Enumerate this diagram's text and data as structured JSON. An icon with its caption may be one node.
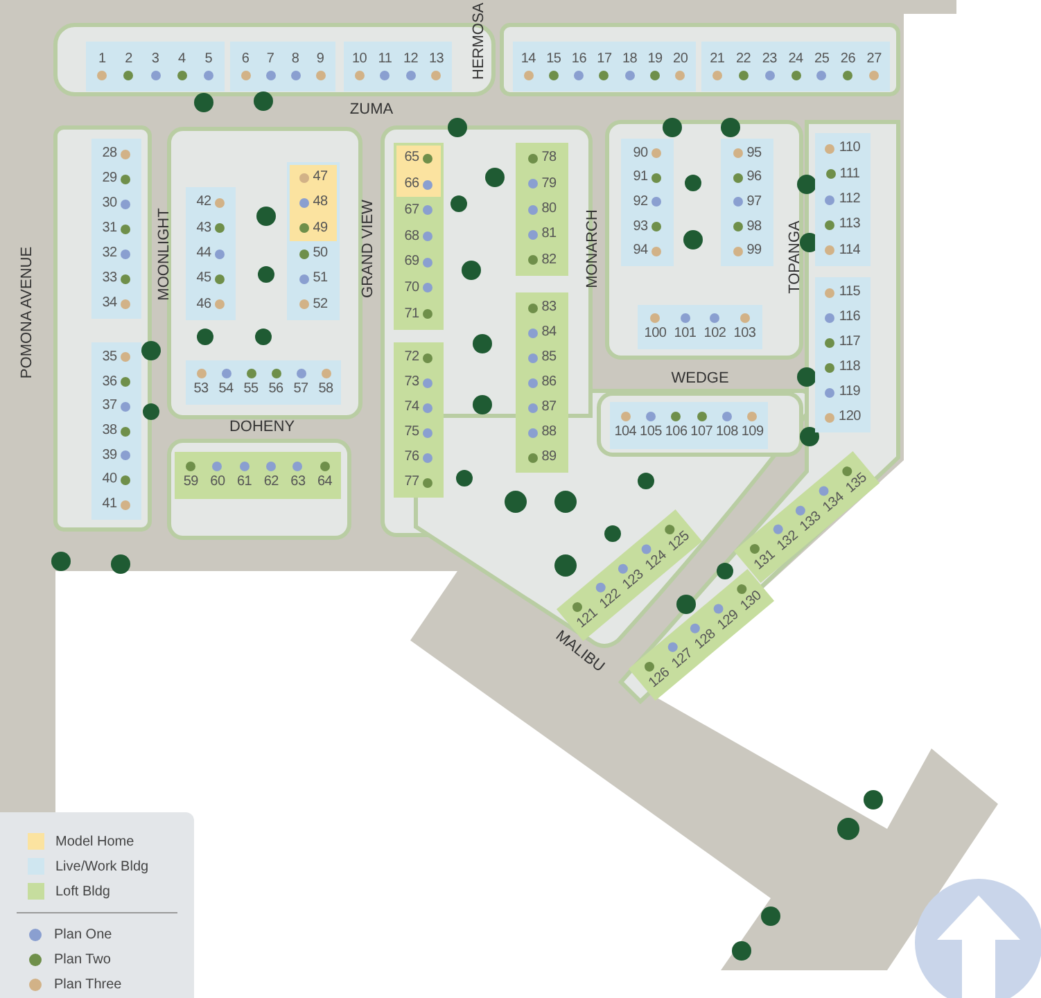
{
  "diagram": {
    "nodes": [
      {
        "text": [],
        "shape": "box"
      },
      {
        "text": [
          "1"
        ],
        "in": 0
      },
      {
        "text": [
          "2"
        ],
        "in": 0
      },
      {
        "text": [
          "3"
        ],
        "in": 0
      },
      {
        "text": [
          "4"
        ],
        "in": 0
      },
      {
        "text": [
          "5"
        ],
        "in": 0
      },
      {
        "text": [],
        "shape": "box"
      },
      {
        "text": [
          "6"
        ],
        "in": 6
      },
      {
        "text": [
          "7"
        ],
        "in": 6
      },
      {
        "text": [
          "8"
        ],
        "in": 6
      },
      {
        "text": [
          "9"
        ],
        "in": 6
      },
      {
        "text": [],
        "shape": "box"
      },
      {
        "text": [
          "10"
        ],
        "in": 11
      },
      {
        "text": [
          "11"
        ],
        "in": 11
      },
      {
        "text": [
          "12"
        ],
        "in": 11
      },
      {
        "text": [
          "13"
        ],
        "in": 11
      },
      {
        "text": [],
        "shape": "box"
      },
      {
        "text": [
          "14"
        ],
        "in": 16
      },
      {
        "text": [
          "15"
        ],
        "in": 16
      },
      {
        "text": [
          "16"
        ],
        "in": 16
      },
      {
        "text": [
          "17"
        ],
        "in": 16
      },
      {
        "text": [
          "18"
        ],
        "in": 16
      },
      {
        "text": [
          "19"
        ],
        "in": 16
      },
      {
        "text": [
          "20"
        ],
        "in": 16
      },
      {
        "text": [],
        "shape": "box"
      },
      {
        "text": [
          "21"
        ],
        "in": 24
      },
      {
        "text": [
          "22"
        ],
        "in": 24
      },
      {
        "text": [
          "23"
        ],
        "in": 24
      },
      {
        "text": [
          "24"
        ],
        "in": 24
      },
      {
        "text": [
          "25"
        ],
        "in": 24
      },
      {
        "text": [
          "26"
        ],
        "in": 24
      },
      {
        "text": [
          "27"
        ],
        "in": 24
      },
      {
        "text": [],
        "shape": "box"
      },
      {
        "text": [
          "28"
        ],
        "in": 32
      },
      {
        "text": [
          "29"
        ],
        "in": 32
      },
      {
        "text": [
          "30"
        ],
        "in": 32
      },
      {
        "text": [
          "31"
        ],
        "in": 32
      },
      {
        "text": [
          "32"
        ],
        "in": 32
      },
      {
        "text": [
          "33"
        ],
        "in": 32
      },
      {
        "text": [
          "34"
        ],
        "in": 32
      },
      {
        "text": [],
        "shape": "box"
      },
      {
        "text": [
          "35"
        ],
        "in": 40
      },
      {
        "text": [
          "36"
        ],
        "in": 40
      },
      {
        "text": [
          "37"
        ],
        "in": 40
      },
      {
        "text": [
          "38"
        ],
        "in": 40
      },
      {
        "text": [
          "39"
        ],
        "in": 40
      },
      {
        "text": [
          "40"
        ],
        "in": 40
      },
      {
        "text": [
          "41"
        ],
        "in": 40
      },
      {
        "text": [],
        "shape": "box"
      },
      {
        "text": [
          "42"
        ],
        "in": 48
      },
      {
        "text": [
          "43"
        ],
        "in": 48
      },
      {
        "text": [
          "44"
        ],
        "in": 48
      },
      {
        "text": [
          "45"
        ],
        "in": 48
      },
      {
        "text": [
          "46"
        ],
        "in": 48
      },
      {
        "text": [],
        "shape": "box"
      },
      {
        "text": [
          "47"
        ],
        "in": 54
      },
      {
        "text": [
          "48"
        ],
        "in": 54
      },
      {
        "text": [
          "49"
        ],
        "in": 54
      },
      {
        "text": [
          "50"
        ],
        "in": 54
      },
      {
        "text": [
          "51"
        ],
        "in": 54
      },
      {
        "text": [
          "52"
        ],
        "in": 54
      },
      {
        "text": [],
        "shape": "box"
      },
      {
        "text": [
          "53"
        ],
        "in": 61
      },
      {
        "text": [
          "54"
        ],
        "in": 61
      },
      {
        "text": [
          "55"
        ],
        "in": 61
      },
      {
        "text": [
          "56"
        ],
        "in": 61
      },
      {
        "text": [
          "57"
        ],
        "in": 61
      },
      {
        "text": [
          "58"
        ],
        "in": 61
      },
      {
        "text": [],
        "shape": "box"
      },
      {
        "text": [
          "59"
        ],
        "in": 68
      },
      {
        "text": [
          "60"
        ],
        "in": 68
      },
      {
        "text": [
          "61"
        ],
        "in": 68
      },
      {
        "text": [
          "62"
        ],
        "in": 68
      },
      {
        "text": [
          "63"
        ],
        "in": 68
      },
      {
        "text": [
          "64"
        ],
        "in": 68
      },
      {
        "text": [],
        "shape": "box"
      },
      {
        "text": [
          "65"
        ],
        "in": 75
      },
      {
        "text": [
          "66"
        ],
        "in": 75
      },
      {
        "text": [
          "67"
        ],
        "in": 75
      },
      {
        "text": [
          "68"
        ],
        "in": 75
      },
      {
        "text": [
          "69"
        ],
        "in": 75
      },
      {
        "text": [
          "70"
        ],
        "in": 75
      },
      {
        "text": [
          "71"
        ],
        "in": 75
      },
      {
        "text": [],
        "shape": "box"
      },
      {
        "text": [
          "72"
        ],
        "in": 83
      },
      {
        "text": [
          "73"
        ],
        "in": 83
      },
      {
        "text": [
          "74"
        ],
        "in": 83
      },
      {
        "text": [
          "75"
        ],
        "in": 83
      },
      {
        "text": [
          "76"
        ],
        "in": 83
      },
      {
        "text": [
          "77"
        ],
        "in": 83
      },
      {
        "text": [],
        "shape": "box"
      },
      {
        "text": [
          "78"
        ],
        "in": 90
      },
      {
        "text": [
          "79"
        ],
        "in": 90
      },
      {
        "text": [
          "80"
        ],
        "in": 90
      },
      {
        "text": [
          "81"
        ],
        "in": 90
      },
      {
        "text": [
          "82"
        ],
        "in": 90
      },
      {
        "text": [],
        "shape": "box"
      },
      {
        "text": [
          "83"
        ],
        "in": 96
      },
      {
        "text": [
          "84"
        ],
        "in": 96
      },
      {
        "text": [
          "85"
        ],
        "in": 96
      },
      {
        "text": [
          "86"
        ],
        "in": 96
      },
      {
        "text": [
          "87"
        ],
        "in": 96
      },
      {
        "text": [
          "88"
        ],
        "in": 96
      },
      {
        "text": [
          "89"
        ],
        "in": 96
      },
      {
        "text": [],
        "shape": "box"
      },
      {
        "text": [
          "90"
        ],
        "in": 104
      },
      {
        "text": [
          "91"
        ],
        "in": 104
      },
      {
        "text": [
          "92"
        ],
        "in": 104
      },
      {
        "text": [
          "93"
        ],
        "in": 104
      },
      {
        "text": [
          "94"
        ],
        "in": 104
      },
      {
        "text": [],
        "shape": "box"
      },
      {
        "text": [
          "95"
        ],
        "in": 110
      },
      {
        "text": [
          "96"
        ],
        "in": 110
      },
      {
        "text": [
          "97"
        ],
        "in": 110
      },
      {
        "text": [
          "98"
        ],
        "in": 110
      },
      {
        "text": [
          "99"
        ],
        "in": 110
      },
      {
        "text": [],
        "shape": "box"
      },
      {
        "text": [
          "100"
        ],
        "in": 116
      },
      {
        "text": [
          "101"
        ],
        "in": 116
      },
      {
        "text": [
          "102"
        ],
        "in": 116
      },
      {
        "text": [
          "103"
        ],
        "in": 116
      },
      {
        "text": [],
        "shape": "box"
      },
      {
        "text": [
          "104"
        ],
        "in": 121
      },
      {
        "text": [
          "105"
        ],
        "in": 121
      },
      {
        "text": [
          "106"
        ],
        "in": 121
      },
      {
        "text": [
          "107"
        ],
        "in": 121
      },
      {
        "text": [
          "108"
        ],
        "in": 121
      },
      {
        "text": [
          "109"
        ],
        "in": 121
      },
      {
        "text": [],
        "shape": "box"
      },
      {
        "text": [
          "110"
        ],
        "in": 128
      },
      {
        "text": [
          "111"
        ],
        "in": 128
      },
      {
        "text": [
          "112"
        ],
        "in": 128
      },
      {
        "text": [
          "113"
        ],
        "in": 128
      },
      {
        "text": [
          "114"
        ],
        "in": 128
      },
      {
        "text": [],
        "shape": "box"
      },
      {
        "text": [
          "115"
        ],
        "in": 134
      },
      {
        "text": [
          "116"
        ],
        "in": 134
      },
      {
        "text": [
          "117"
        ],
        "in": 134
      },
      {
        "text": [
          "118"
        ],
        "in": 134
      },
      {
        "text": [
          "119"
        ],
        "in": 134
      },
      {
        "text": [
          "120"
        ],
        "in": 134
      },
      {
        "text": [],
        "shape": "box"
      },
      {
        "text": [
          "121"
        ],
        "in": 141
      },
      {
        "text": [
          "122"
        ],
        "in": 141
      },
      {
        "text": [
          "123"
        ],
        "in": 141
      },
      {
        "text": [
          "124"
        ],
        "in": 141
      },
      {
        "text": [
          "125"
        ],
        "in": 141
      },
      {
        "text": [],
        "shape": "box"
      },
      {
        "text": [
          "126"
        ],
        "in": 147
      },
      {
        "text": [
          "127"
        ],
        "in": 147
      },
      {
        "text": [
          "128"
        ],
        "in": 147
      },
      {
        "text": [
          "129"
        ],
        "in": 147
      },
      {
        "text": [
          "130"
        ],
        "in": 147
      },
      {
        "text": [],
        "shape": "box"
      },
      {
        "text": [
          "131"
        ],
        "in": 153
      },
      {
        "text": [
          "132"
        ],
        "in": 153
      },
      {
        "text": [
          "133"
        ],
        "in": 153
      },
      {
        "text": [
          "134"
        ],
        "in": 153
      },
      {
        "text": [
          "135"
        ],
        "in": 153
      }
    ],
    "labels": [
      "HERMOSA",
      "ZUMA",
      "POMONA AVENUE",
      "MOONLIGHT",
      "GRAND VIEW",
      "MONARCH",
      "TOPANGA",
      "WEDGE",
      "DOHENY",
      "MALIBU"
    ],
    "legend": [
      {
        "text": "Model Home",
        "color": "#fbe3a0"
      },
      {
        "text": "Live/Work Bldg",
        "color": "#cfe6f0"
      },
      {
        "text": "Loft Bldg",
        "color": "#c6dd9e"
      },
      {
        "text": "Plan One",
        "color": "#8a9fd0"
      },
      {
        "text": "Plan Two",
        "color": "#6f8f4a"
      },
      {
        "text": "Plan Three",
        "color": "#d2b287"
      }
    ]
  }
}
